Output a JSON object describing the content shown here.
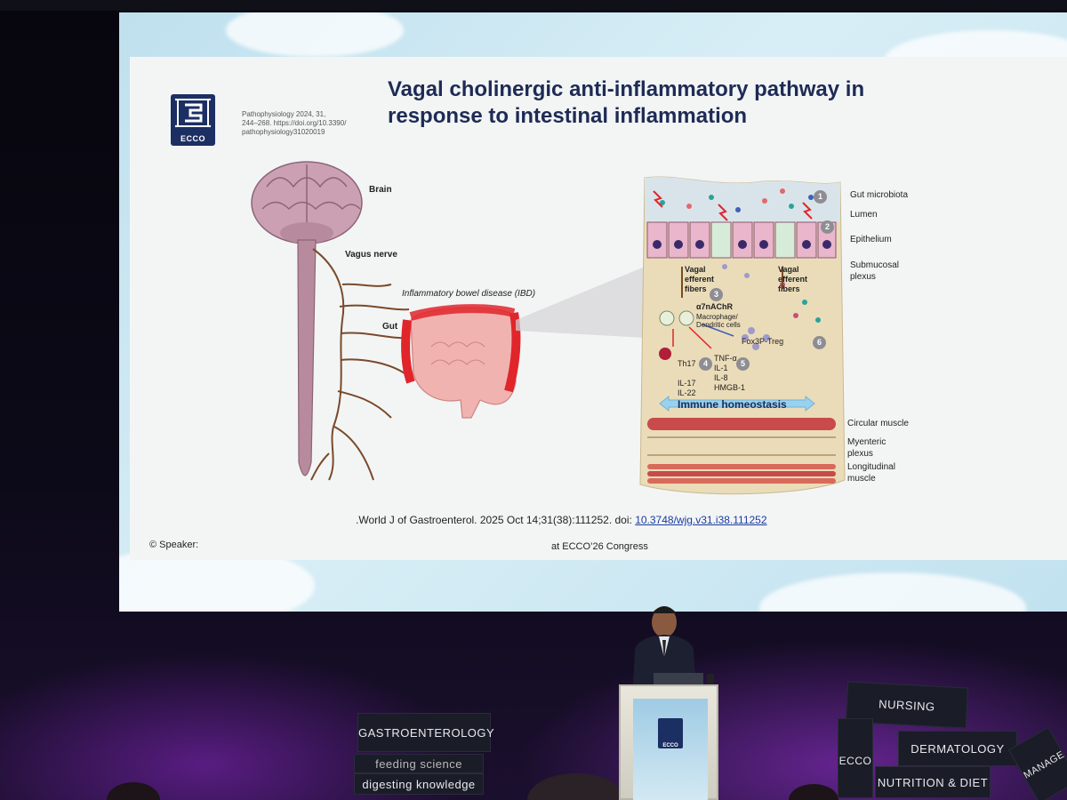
{
  "slide": {
    "title_line1": "Vagal cholinergic anti-inflammatory pathway in",
    "title_line2": "response to intestinal inflammation",
    "logo_text": "ECCO",
    "citation_top_line1": "Pathophysiology 2024, 31,",
    "citation_top_line2": "244–268. https://doi.org/10.3390/",
    "citation_top_line3": "pathophysiology31020019",
    "reference_prefix": ".World J of Gastroenterol. 2025 Oct 14;31(38):111252. doi: ",
    "reference_doi": "10.3748/wjg.v31.i38.111252",
    "speaker_label": "© Speaker:",
    "congress_label": "at ECCO’26 Congress"
  },
  "figure": {
    "brain": "Brain",
    "vagus_nerve": "Vagus nerve",
    "ibd": "Inflammatory bowel disease (IBD)",
    "gut": "Gut",
    "gut_microbiota": "Gut microbiota",
    "lumen": "Lumen",
    "epithelium": "Epithelium",
    "submucosal_plexus_1": "Submucosal",
    "submucosal_plexus_2": "plexus",
    "vagal_left_1": "Vagal",
    "vagal_left_2": "efferent",
    "vagal_left_3": "fibers",
    "vagal_right_1": "Vagal",
    "vagal_right_2": "efferent",
    "vagal_right_3": "fibers",
    "receptor": "α7nAChR",
    "macrophage_1": "Macrophage/",
    "macrophage_2": "Dendritic cells",
    "treg": "Fox3P-Treg",
    "th17": "Th17",
    "il17": "IL-17",
    "il22": "IL-22",
    "tnf": "TNF-α",
    "il1": "IL-1",
    "il8": "IL-8",
    "hmgb1": "HMGB-1",
    "immune_homeostasis": "Immune homeostasis",
    "circular_muscle": "Circular muscle",
    "myenteric_1": "Myenteric",
    "myenteric_2": "plexus",
    "longitudinal_1": "Longitudinal",
    "longitudinal_2": "muscle",
    "step_numbers": [
      "1",
      "2",
      "3",
      "4",
      "5",
      "6"
    ]
  },
  "stage": {
    "podium_logo": "ECCO",
    "sign_gastro": "GASTROENTEROLOGY",
    "sign_feeding": "feeding science",
    "sign_digesting": "digesting knowledge",
    "sign_nursing": "NURSING",
    "sign_dermatology": "DERMATOLOGY",
    "sign_nutrition": "NUTRITION & DIET",
    "sign_ecco_vertical": "ECCO",
    "sign_manage": "MANAGE"
  },
  "colors": {
    "title": "#1e2b55",
    "logo_bg": "#1c2f63",
    "inflamed": "#e0252b",
    "intestine": "#f0b3b0",
    "nerve": "#7a4a2a",
    "immune_arrow": "#9ad1ee"
  }
}
